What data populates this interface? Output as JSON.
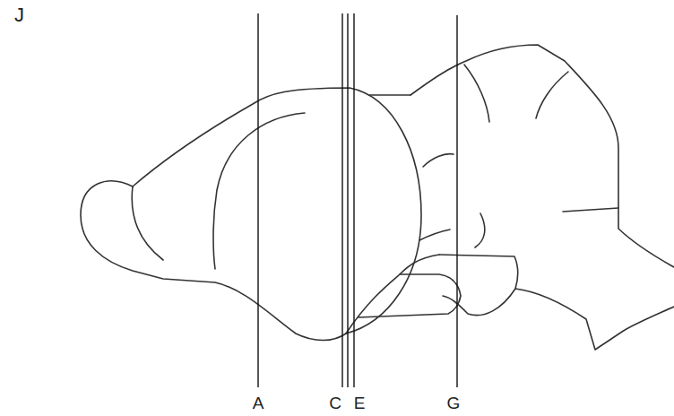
{
  "diagram": {
    "labels": [
      "J",
      "A",
      "C",
      "E",
      "G"
    ]
  }
}
